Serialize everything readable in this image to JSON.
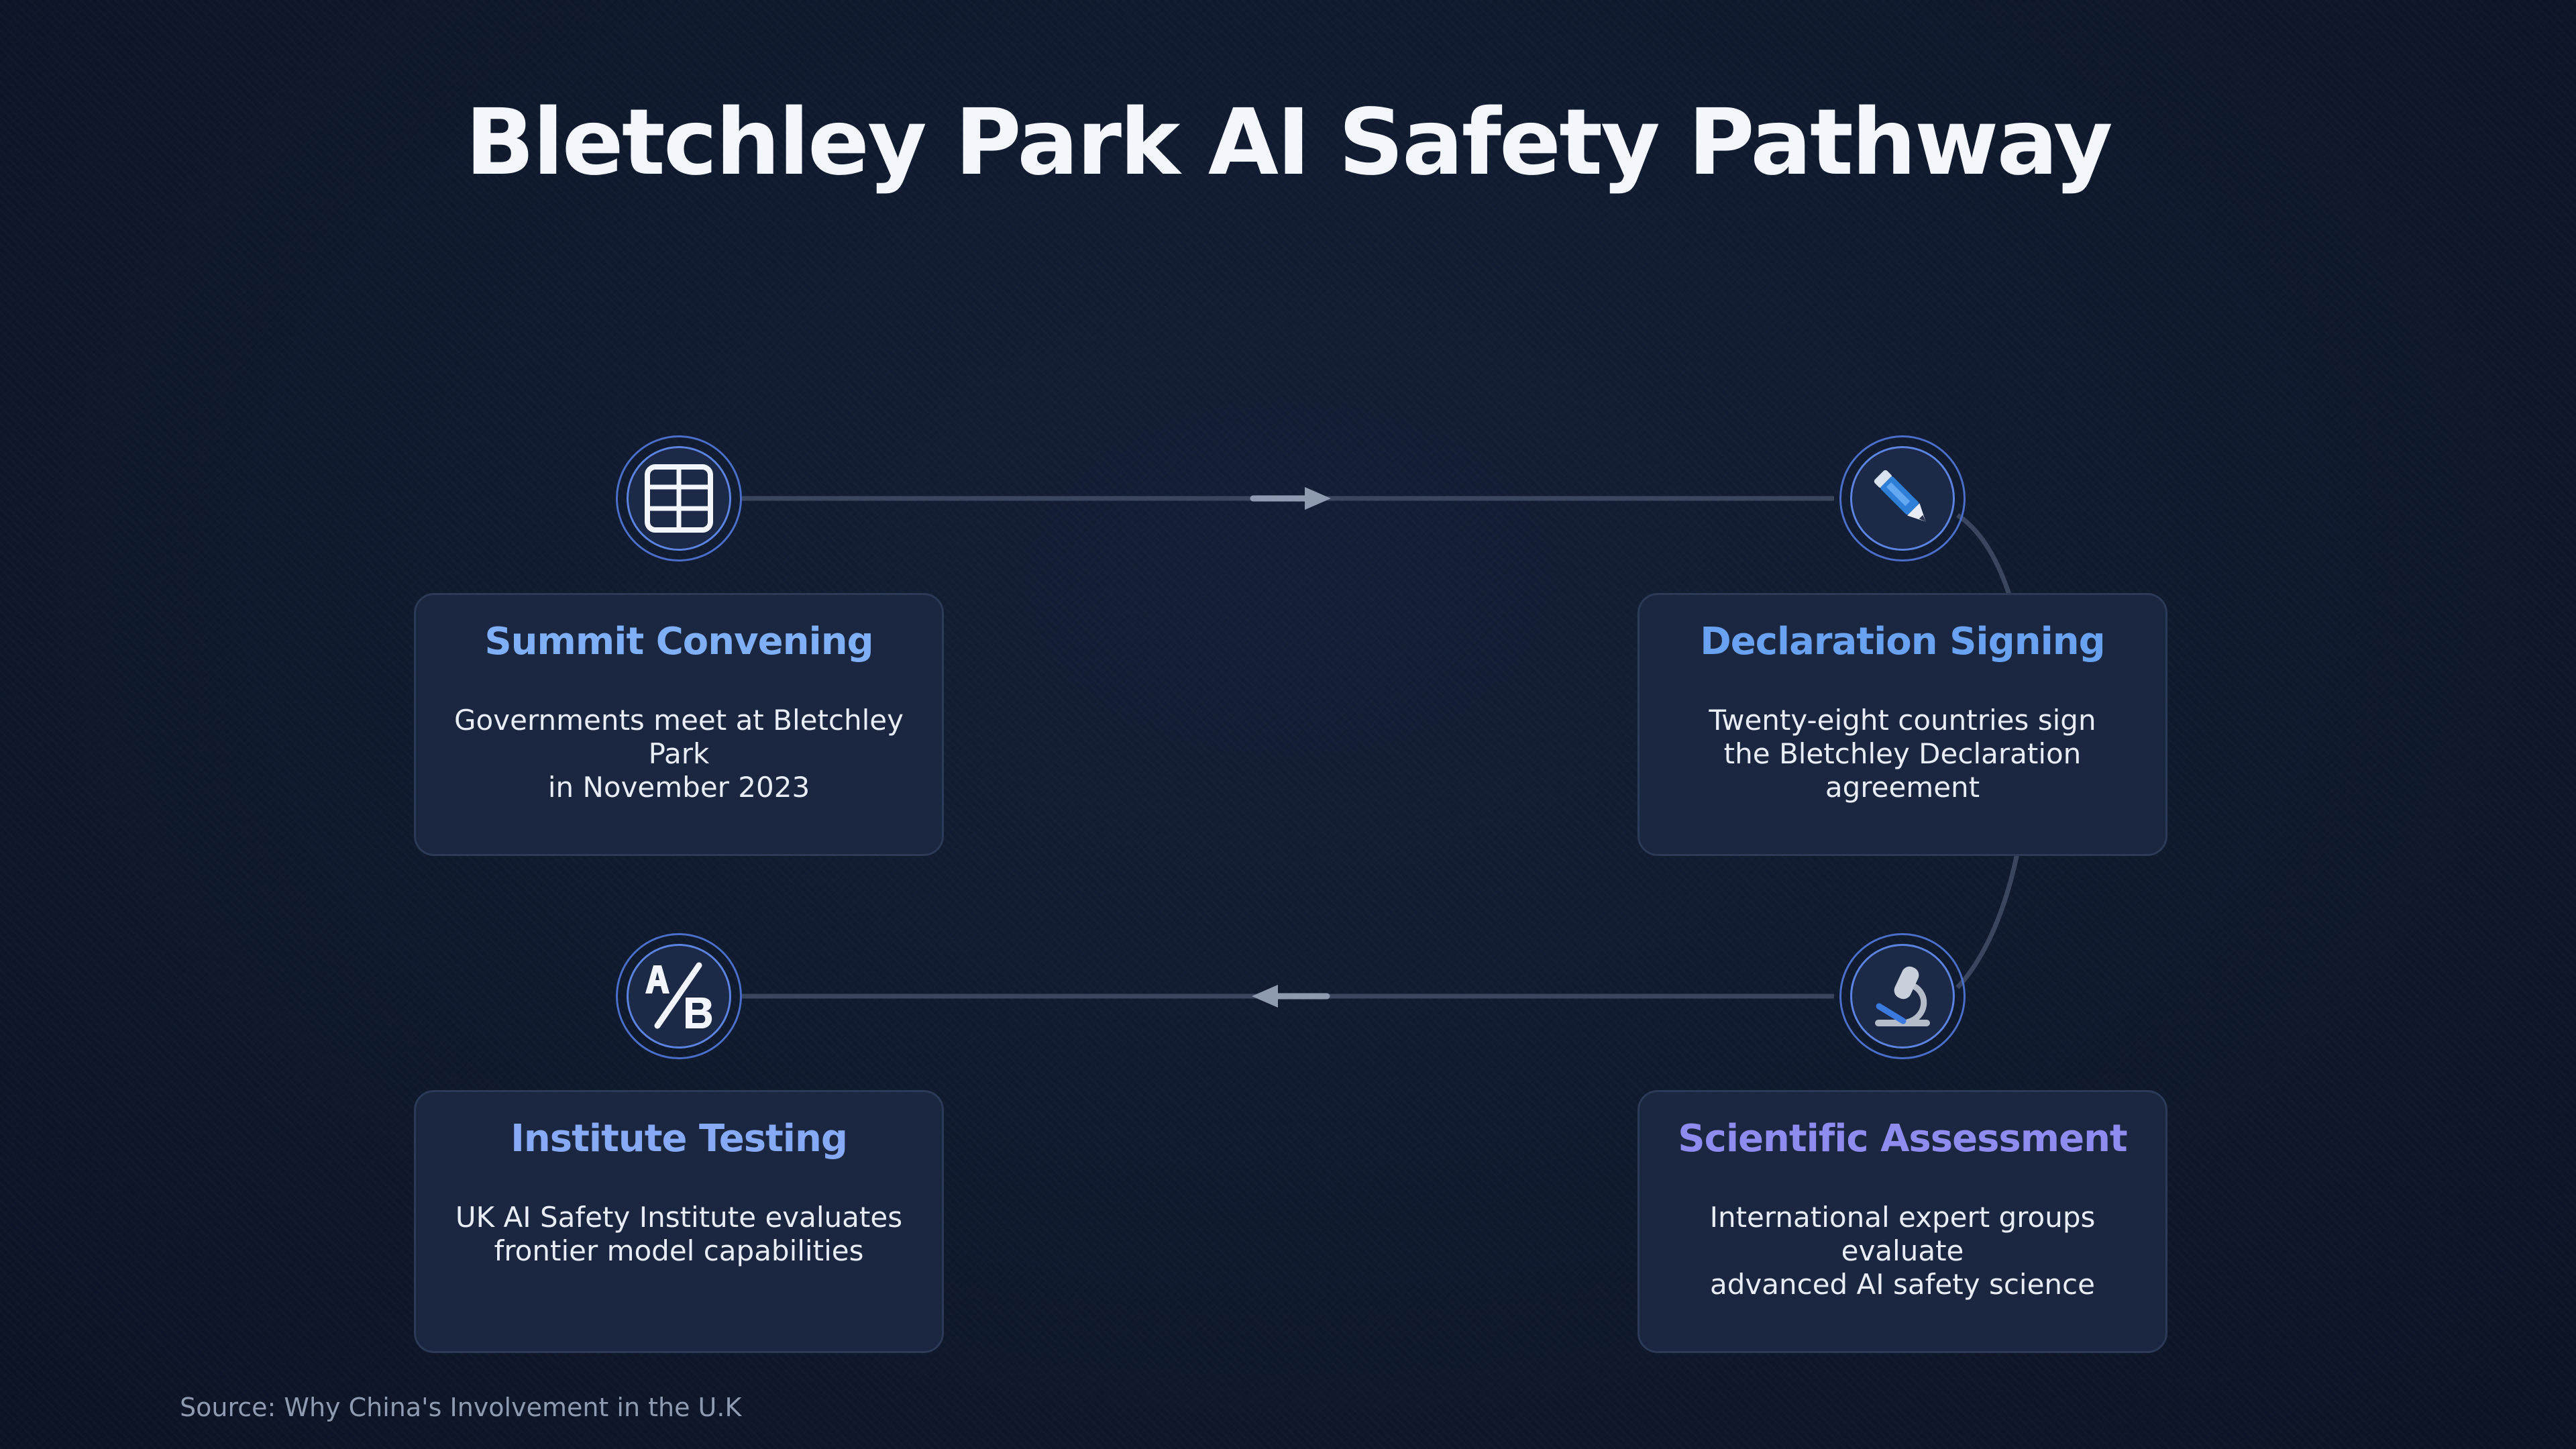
{
  "title": "Bletchley Park AI Safety Pathway",
  "source": "Source: Why China's Involvement in the U.K",
  "colors": {
    "background": "#0f182b",
    "card": "#1b2740",
    "connector": "#3a465e",
    "arrow": "#8e9ab0",
    "title_blue": "#7fb0f7",
    "title_blue_2": "#6aa2f2",
    "title_indigo": "#8f8cf0"
  },
  "steps": [
    {
      "id": "summit",
      "title": "Summit Convening",
      "description_line1": "Governments meet at Bletchley Park",
      "description_line2": "in November 2023",
      "icon": "table-grid-icon",
      "title_color": "#7fb0f7"
    },
    {
      "id": "declaration",
      "title": "Declaration Signing",
      "description_line1": "Twenty-eight countries sign",
      "description_line2": "the Bletchley Declaration agreement",
      "icon": "pen-icon",
      "title_color": "#6aa2f2"
    },
    {
      "id": "assessment",
      "title": "Scientific Assessment",
      "description_line1": "International expert groups evaluate",
      "description_line2": "advanced AI safety science",
      "icon": "microscope-icon",
      "title_color": "#8f8cf0"
    },
    {
      "id": "testing",
      "title": "Institute Testing",
      "description_line1": "UK AI Safety Institute evaluates",
      "description_line2": "frontier model capabilities",
      "icon": "ab-testing-icon",
      "title_color": "#86aaf5"
    }
  ]
}
